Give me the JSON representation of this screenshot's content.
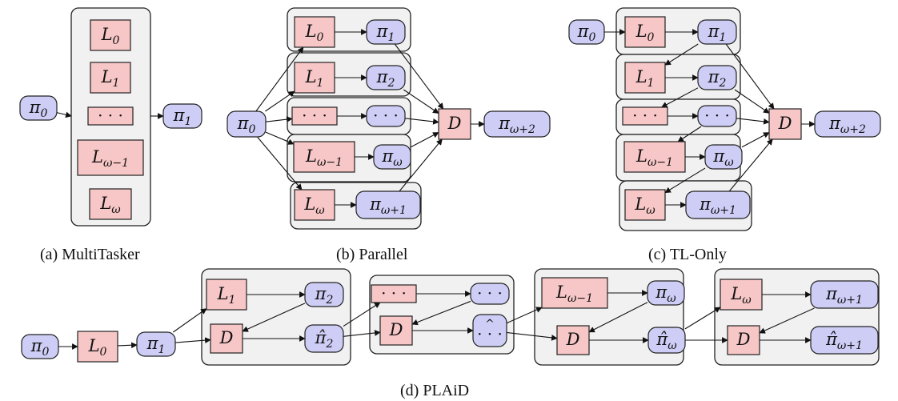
{
  "captions": {
    "a": "(a)  MultiTasker",
    "b": "(b)  Parallel",
    "c": "(c)  TL-Only",
    "d": "(d)  PLAiD"
  },
  "nodes": {
    "L0": {
      "base": "L",
      "sub": "0"
    },
    "L1": {
      "base": "L",
      "sub": "1"
    },
    "Lw1": {
      "base": "L",
      "sub": "ω−1"
    },
    "Lw": {
      "base": "L",
      "sub": "ω"
    },
    "dots": "· · ·",
    "D": "D",
    "p0": {
      "base": "π",
      "sub": "0"
    },
    "p1": {
      "base": "π",
      "sub": "1"
    },
    "p2": {
      "base": "π",
      "sub": "2"
    },
    "pw": {
      "base": "π",
      "sub": "ω"
    },
    "pw1": {
      "base": "π",
      "sub": "ω+1"
    },
    "pw2": {
      "base": "π",
      "sub": "ω+2"
    },
    "ph2": {
      "base": "π̂",
      "sub": "2"
    },
    "phw": {
      "base": "π̂",
      "sub": "ω"
    },
    "phw1": {
      "base": "π̂",
      "sub": "ω+1"
    },
    "hatdots": "· · ·"
  }
}
